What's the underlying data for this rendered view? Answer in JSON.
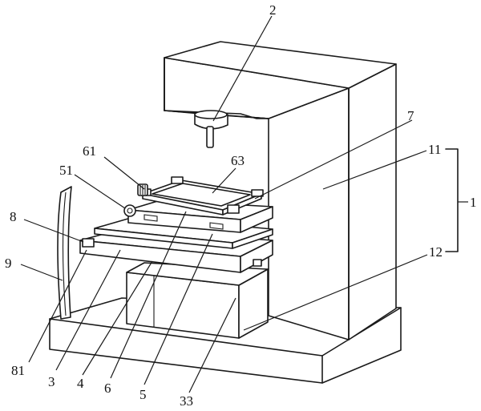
{
  "labels": {
    "l2": "2",
    "l7": "7",
    "l11": "11",
    "l1": "1",
    "l61": "61",
    "l63": "63",
    "l51": "51",
    "l8": "8",
    "l9": "9",
    "l12": "12",
    "l81": "81",
    "l3": "3",
    "l4": "4",
    "l6": "6",
    "l5": "5",
    "l33": "33"
  }
}
